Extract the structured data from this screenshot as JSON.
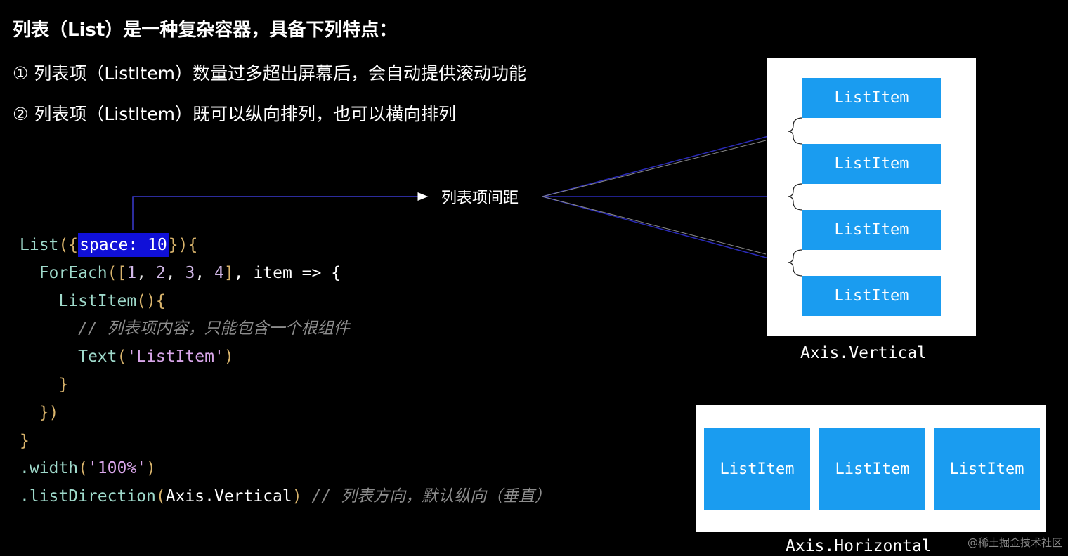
{
  "heading": "列表（List）是一种复杂容器，具备下列特点：",
  "points": [
    "① 列表项（ListItem）数量过多超出屏幕后，会自动提供滚动功能",
    "② 列表项（ListItem）既可以纵向排列，也可以横向排列"
  ],
  "spacing_label": "列表项间距",
  "code": {
    "l1_fn": "List",
    "l1_open": "({",
    "l1_key": "space:",
    "l1_val": "10",
    "l1_close": "}){",
    "l2_fn": "ForEach",
    "l2_open": "([",
    "l2_n1": "1",
    "l2_n2": "2",
    "l2_n3": "3",
    "l2_n4": "4",
    "l2_close": "]",
    "l2_rest": ", item => {",
    "l3_fn": "ListItem",
    "l3_brace": "(){",
    "l4_comment": "// 列表项内容，只能包含一个根组件",
    "l5_fn": "Text",
    "l5_str": "'ListItem'",
    "l6": "}",
    "l7": "})",
    "l8": "}",
    "l9_fn": ".width",
    "l9_str": "'100%'",
    "l10_fn": ".listDirection",
    "l10_arg": "Axis.Vertical",
    "l10_comment": "// 列表方向，默认纵向（垂直）"
  },
  "vertical_items": [
    "ListItem",
    "ListItem",
    "ListItem",
    "ListItem"
  ],
  "horizontal_items": [
    "ListItem",
    "ListItem",
    "ListItem"
  ],
  "axis_vertical": "Axis.Vertical",
  "axis_horizontal": "Axis.Horizontal",
  "watermark": "@稀土掘金技术社区",
  "colors": {
    "background": "#000000",
    "list_item": "#1a9cf0",
    "highlight": "#1010d8",
    "arrow": "#2a2ab8"
  }
}
